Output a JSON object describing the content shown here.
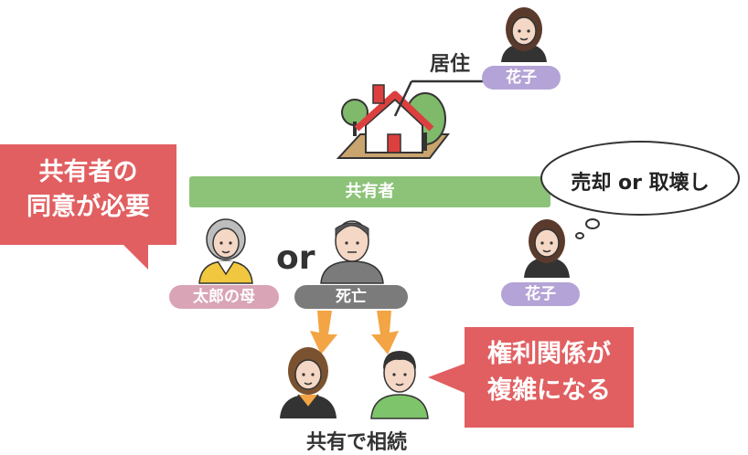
{
  "callout_left": {
    "line1": "共有者の",
    "line2": "同意が必要"
  },
  "callout_right": {
    "line1": "権利関係が",
    "line2": "複雑になる"
  },
  "bar_label": "共有者",
  "residence_label": "居住",
  "speech_bubble": "売却 or 取壊し",
  "or_label": "or",
  "bottom_label": "共有で相続",
  "badges": {
    "hanako_top": "花子",
    "hanako_right": "花子",
    "taro_mother": "太郎の母",
    "deceased": "死亡"
  },
  "colors": {
    "callout_red": "#e15f61",
    "bar_green": "#8dc379",
    "badge_purple": "#b4a3d6",
    "badge_pink": "#d9a5b6",
    "badge_gray": "#7b7b7b",
    "arrow_orange": "#f3a545",
    "roof_red": "#dd3f3f"
  },
  "icons": {
    "woman_top": "woman-person-icon",
    "woman_right": "woman-person-icon",
    "elderly_woman": "elderly-woman-icon",
    "elderly_man": "elderly-man-icon",
    "young_woman": "young-woman-icon",
    "young_man": "young-man-icon",
    "house": "house-icon"
  }
}
